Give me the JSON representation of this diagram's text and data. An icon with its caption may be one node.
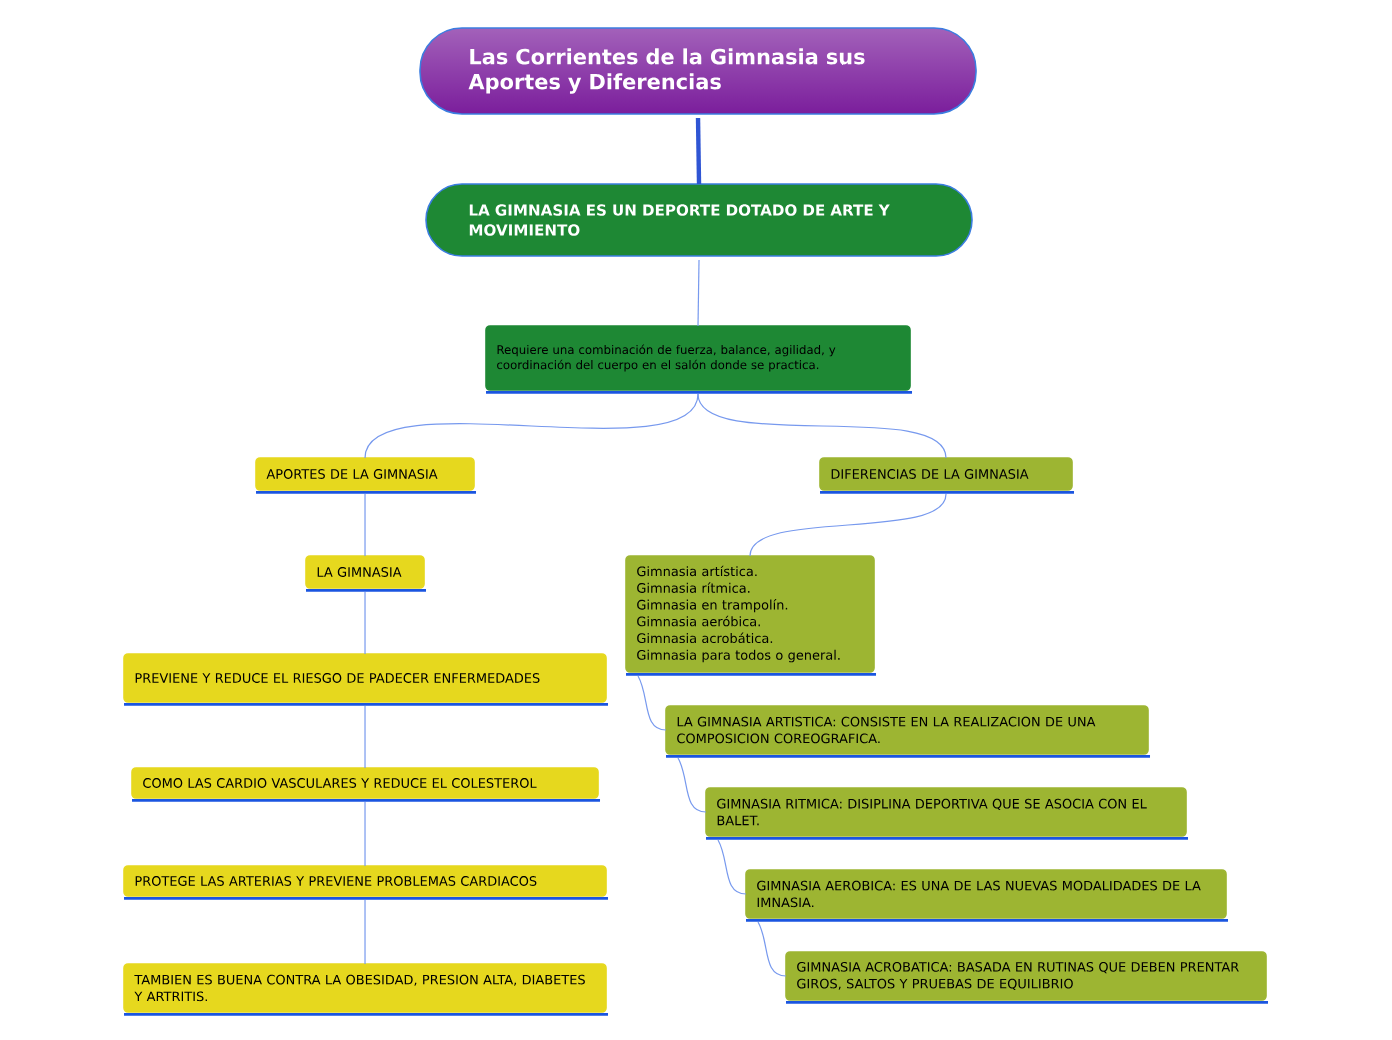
{
  "diagram": {
    "nodes": [
      {
        "text": [
          "Las Corrientes de la Gimnasia sus Aportes y Diferencias"
        ]
      },
      {
        "text": [
          "LA GIMNASIA ES UN DEPORTE DOTADO DE ARTE Y MOVIMIENTO"
        ]
      },
      {
        "text": [
          "Requiere una combinación de fuerza, balance, agilidad, y coordinación del cuerpo en el salón donde se practica."
        ]
      },
      {
        "text": [
          "APORTES DE LA GIMNASIA"
        ]
      },
      {
        "text": [
          "DIFERENCIAS DE LA GIMNASIA"
        ]
      },
      {
        "text": [
          "LA GIMNASIA"
        ]
      },
      {
        "text": [
          "PREVIENE Y REDUCE EL RIESGO DE PADECER ENFERMEDADES"
        ]
      },
      {
        "text": [
          "COMO LAS CARDIO VASCULARES Y REDUCE EL COLESTEROL"
        ]
      },
      {
        "text": [
          "PROTEGE LAS ARTERIAS Y PREVIENE PROBLEMAS CARDIACOS"
        ]
      },
      {
        "text": [
          "TAMBIEN ES BUENA CONTRA LA OBESIDAD, PRESION ALTA, DIABETES Y ARTRITIS."
        ]
      },
      {
        "text": [
          "Gimnasia artística.",
          "Gimnasia rítmica.",
          "Gimnasia en trampolín.",
          "Gimnasia aeróbica.",
          "Gimnasia acrobática.",
          "Gimnasia para todos o general."
        ]
      },
      {
        "text": [
          "LA GIMNASIA ARTISTICA: CONSISTE EN LA REALIZACION DE UNA COMPOSICION COREOGRAFICA."
        ]
      },
      {
        "text": [
          "GIMNASIA RITMICA: DISIPLINA DEPORTIVA QUE SE ASOCIA CON EL BALET."
        ]
      },
      {
        "text": [
          "GIMNASIA AEROBICA: ES UNA DE LAS NUEVAS MODALIDADES DE LA IMNASIA."
        ]
      },
      {
        "text": [
          "GIMNASIA ACROBATICA: BASADA EN RUTINAS QUE DEBEN PRENTAR GIROS, SALTOS Y PRUEBAS DE EQUILIBRIO"
        ]
      }
    ],
    "edges": [
      {
        "from": 0,
        "to": 1,
        "arrow": "none",
        "style": "thick",
        "color": "#2f55d4"
      },
      {
        "from": 1,
        "to": 2,
        "arrow": "none"
      },
      {
        "from": 2,
        "to": 3,
        "arrow": "none"
      },
      {
        "from": 2,
        "to": 4,
        "arrow": "none"
      },
      {
        "from": 3,
        "to": 5,
        "arrow": "none"
      },
      {
        "from": 5,
        "to": 6,
        "arrow": "none"
      },
      {
        "from": 6,
        "to": 7,
        "arrow": "none"
      },
      {
        "from": 7,
        "to": 8,
        "arrow": "none"
      },
      {
        "from": 8,
        "to": 9,
        "arrow": "none"
      },
      {
        "from": 4,
        "to": 10,
        "arrow": "none"
      },
      {
        "from": 10,
        "to": 11,
        "arrow": "none"
      },
      {
        "from": 11,
        "to": 12,
        "arrow": "none"
      },
      {
        "from": 12,
        "to": 13,
        "arrow": "none"
      },
      {
        "from": 13,
        "to": 14,
        "arrow": "none"
      }
    ]
  }
}
